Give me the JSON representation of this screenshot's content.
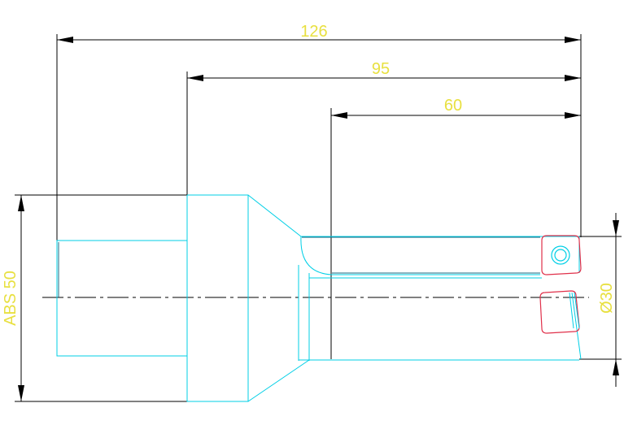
{
  "drawing": {
    "colors": {
      "dimension": "#000000",
      "outline": "#00cfe6",
      "insert": "#e0304a",
      "text": "#e8e040",
      "shank": "#1a6a80"
    },
    "dimensions": {
      "overall_length": "126",
      "mid_length": "95",
      "short_length": "60",
      "shank_diameter": "ABS 50",
      "cutting_diameter": "Ø30"
    }
  }
}
